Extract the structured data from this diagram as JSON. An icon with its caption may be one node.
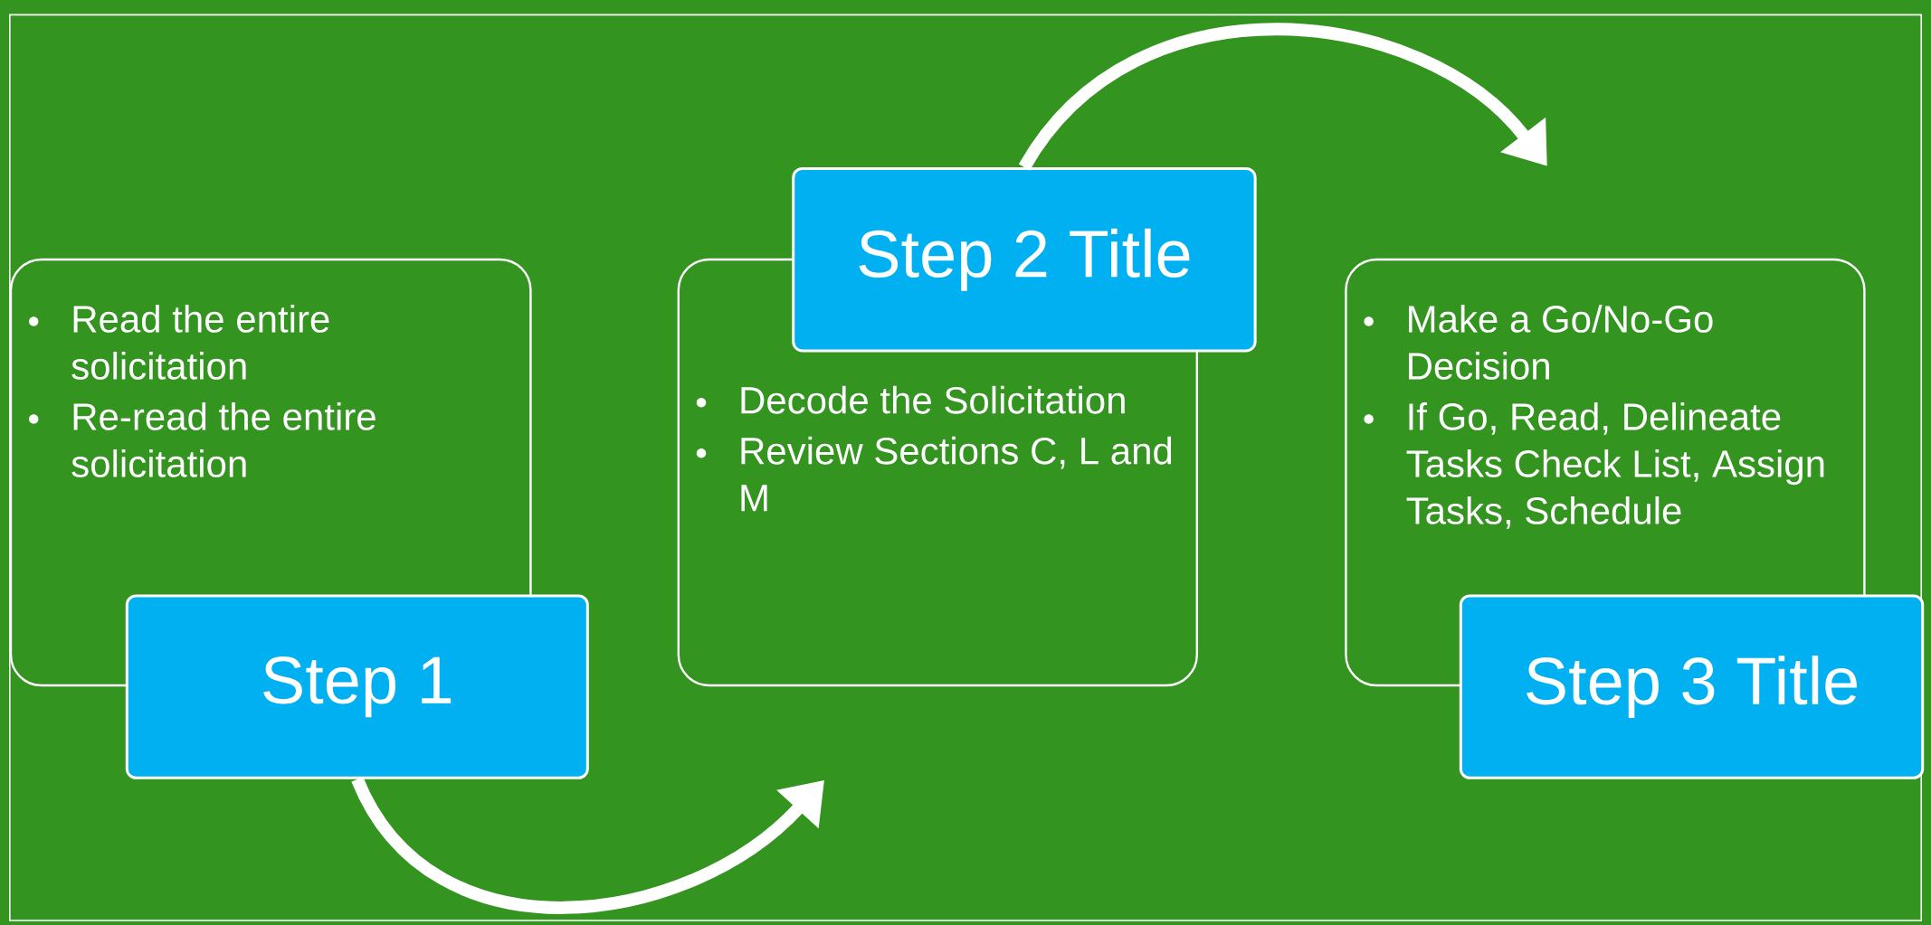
{
  "diagram": {
    "nodes": [
      {
        "text": [
          "Read the entire solicitation",
          "Re-read the entire solicitation"
        ]
      },
      {
        "text": [
          "Step 1"
        ]
      },
      {
        "text": [
          "Decode the Solicitation",
          "Review Sections C, L and M"
        ]
      },
      {
        "text": [
          "Step 2 Title"
        ]
      },
      {
        "text": [
          "Make a Go/No-Go Decision",
          "If Go,  Read, Delineate Tasks Check List, Assign Tasks, Schedule"
        ]
      },
      {
        "text": [
          "Step 3 Title"
        ]
      }
    ],
    "edges": [
      {
        "from": 1,
        "to": 2,
        "arrow": "to"
      },
      {
        "from": 3,
        "to": 4,
        "arrow": "to"
      }
    ]
  }
}
